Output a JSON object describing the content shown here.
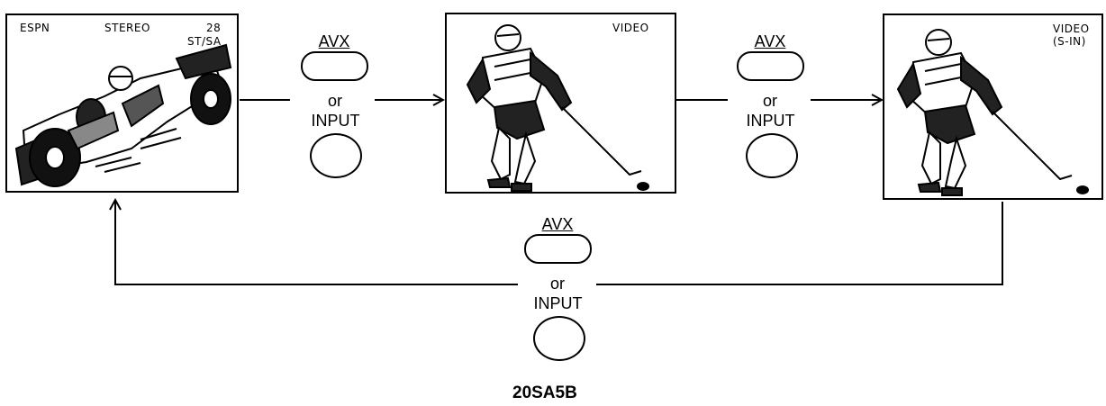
{
  "screens": [
    {
      "id": "source",
      "texts": {
        "left": "ESPN",
        "center": "STEREO",
        "right_line1": "28",
        "right_line2": "ST/SA"
      },
      "picture": "race-car-image"
    },
    {
      "id": "video",
      "texts": {
        "right_line1": "VIDEO"
      },
      "picture": "hockey-player-image"
    },
    {
      "id": "s-in",
      "texts": {
        "right_line1": "VIDEO",
        "right_line2": "(S-IN)"
      },
      "picture": "hockey-player-image"
    }
  ],
  "buttons": {
    "avx_label": "AVX",
    "or_label": "or",
    "input_label": "INPUT"
  },
  "model": "20SA5B"
}
